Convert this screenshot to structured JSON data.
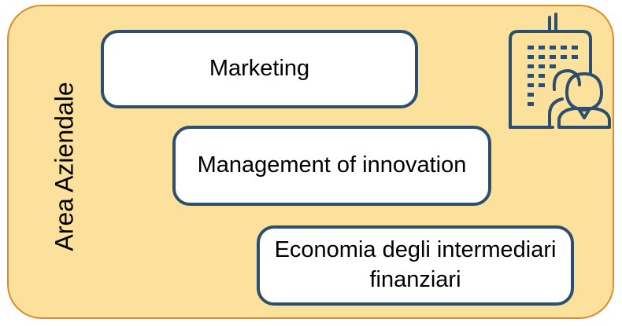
{
  "panel": {
    "title": "Area Aziendale",
    "fill_color": "#fbe19c",
    "border_color": "#e08a2b"
  },
  "boxes": [
    {
      "label": "Marketing"
    },
    {
      "label": "Management of innovation"
    },
    {
      "label": "Economia degli intermediari finanziari"
    }
  ],
  "box_border_color": "#2d4f6e",
  "icon": {
    "name": "office-building-person-icon",
    "color": "#2d4f6e"
  }
}
